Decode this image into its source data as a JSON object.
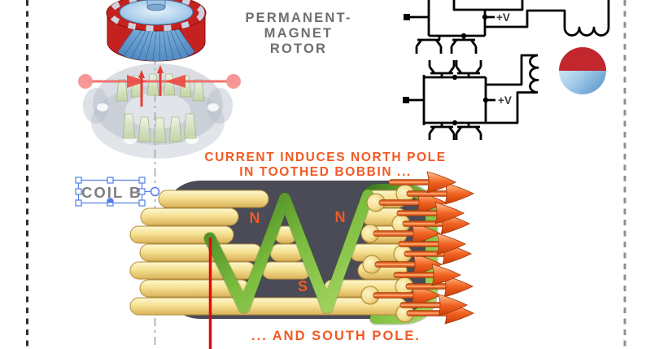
{
  "captions": {
    "rotor_line1": "PERMANENT-MAGNET",
    "rotor_line2": "ROTOR",
    "heading_line1": "CURRENT INDUCES NORTH POLE",
    "heading_line2": "IN TOOTHED BOBBIN ...",
    "footer": "... AND SOUTH POLE."
  },
  "coil_label": {
    "text": "COIL B"
  },
  "circuit": {
    "supply_top": "+V",
    "supply_bottom": "+V"
  },
  "poles": {
    "north_left": "N",
    "north_right": "N",
    "south": "S"
  },
  "colors": {
    "accent_orange": "#f15a24",
    "caption_gray": "#6d6e71",
    "selection_blue": "#4f7ee8",
    "bobbin_dark": "#4a4b56",
    "rod_yellow": "#f6e193",
    "ribbon_green": "#7cbc3e",
    "axis_red": "#e30613",
    "magnet_north_red": "#c1272d",
    "magnet_south_blue": "#5e9bd0"
  }
}
